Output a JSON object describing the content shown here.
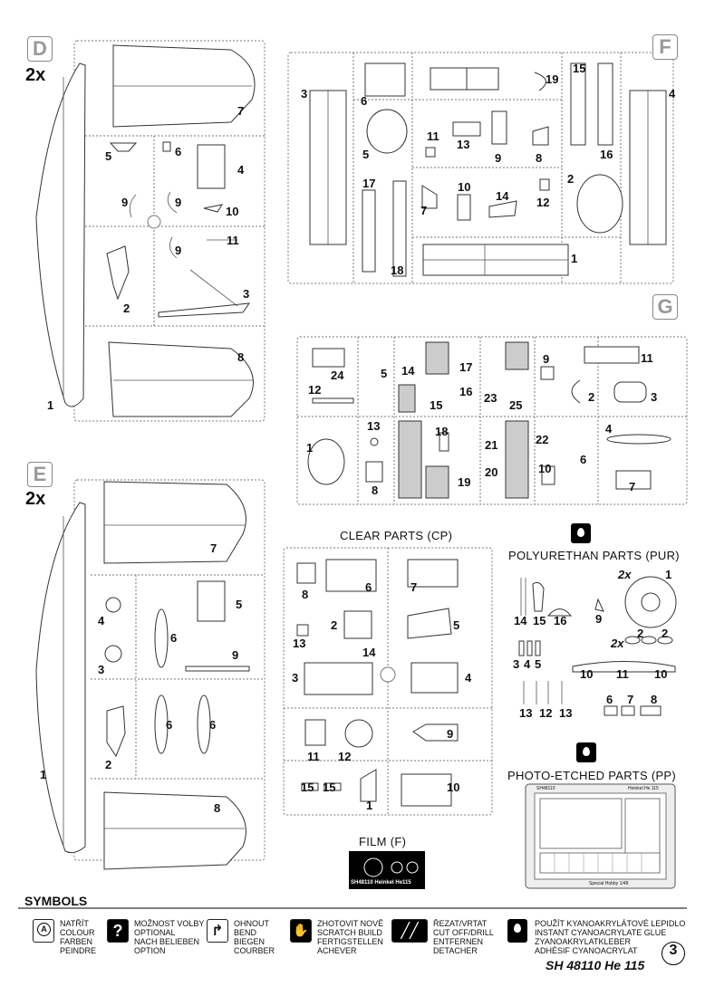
{
  "sprues": {
    "D": {
      "letter": "D",
      "count": "2x"
    },
    "E": {
      "letter": "E",
      "count": "2x"
    },
    "F": {
      "letter": "F"
    },
    "G": {
      "letter": "G"
    }
  },
  "labels": {
    "clear": "CLEAR PARTS (CP)",
    "pur": "POLYURETHAN  PARTS  (PUR)",
    "pe": "PHOTO-ETCHED PARTS  (PP)",
    "film": "FILM (F)",
    "film_text": "SH48110 Heinkel He115",
    "pe_sheet_title": "Heinkel He 115",
    "pe_sheet_code": "SH48110",
    "pe_sheet_footer": "Special Hobby 1/48",
    "pur_2x_a": "2x",
    "pur_2x_b": "2x"
  },
  "symbols": {
    "heading": "SYMBOLS",
    "items": [
      {
        "icon": "paint-icon",
        "text": "NATŘÍT\nCOLOUR\nFARBEN\nPEINDRE"
      },
      {
        "icon": "question-icon",
        "text": "MOŽNOST VOLBY\nOPTIONAL\nNACH BELIEBEN\nOPTION"
      },
      {
        "icon": "bend-icon",
        "text": "OHNOUT\nBEND\nBIEGEN\nCOURBER"
      },
      {
        "icon": "hand-icon",
        "text": "ZHOTOVIT NOVĚ\nSCRATCH BUILD\nFERTIGSTELLEN\nACHEVER"
      },
      {
        "icon": "cut-icon",
        "text": "ŘEZAT/VRTAT\nCUT OFF/DRILL\nENTFERNEN\nDETACHER"
      },
      {
        "icon": "glue-drop-icon",
        "text": "POUŽÍT KYANOAKRYLÁTOVÉ LEPIDLO\nINSTANT CYANOACRYLATE GLUE\nZYANOAKRYLATKLEBER\nADHÉSIF CYANOACRYLAT"
      }
    ]
  },
  "footer": {
    "kit": "SH 48110 He 115",
    "page": "3"
  },
  "parts": {
    "D": [
      "1",
      "2",
      "3",
      "4",
      "5",
      "6",
      "7",
      "8",
      "9",
      "9",
      "9",
      "10",
      "11"
    ],
    "E": [
      "1",
      "2",
      "3",
      "4",
      "5",
      "6",
      "6",
      "6",
      "7",
      "8",
      "9"
    ],
    "F": [
      "1",
      "2",
      "3",
      "4",
      "5",
      "6",
      "7",
      "8",
      "9",
      "10",
      "11",
      "12",
      "13",
      "14",
      "15",
      "16",
      "17",
      "18",
      "19"
    ],
    "G": [
      "1",
      "2",
      "3",
      "4",
      "5",
      "6",
      "7",
      "8",
      "9",
      "10",
      "11",
      "12",
      "13",
      "14",
      "15",
      "16",
      "17",
      "18",
      "19",
      "20",
      "21",
      "22",
      "23",
      "24",
      "25"
    ],
    "CP": [
      "1",
      "2",
      "3",
      "4",
      "5",
      "6",
      "7",
      "8",
      "9",
      "10",
      "11",
      "12",
      "13",
      "14",
      "15",
      "15"
    ],
    "PUR": [
      "1",
      "2",
      "2",
      "3",
      "4",
      "5",
      "6",
      "7",
      "8",
      "9",
      "10",
      "10",
      "11",
      "13",
      "12",
      "13",
      "14",
      "15",
      "16"
    ]
  }
}
